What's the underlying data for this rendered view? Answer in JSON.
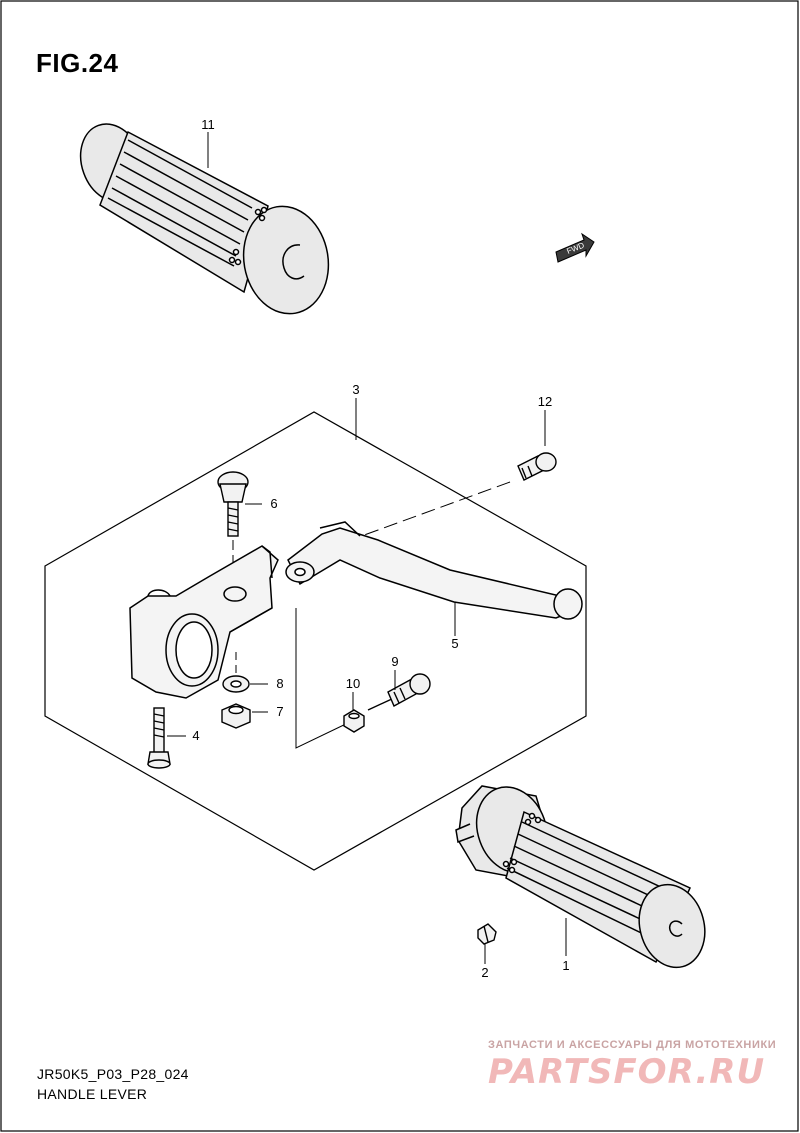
{
  "figure": {
    "title": "FIG.24"
  },
  "caption": {
    "code": "JR50K5_P03_P28_024",
    "name": "HANDLE LEVER"
  },
  "fwd_label": "FWD",
  "callouts": [
    "1",
    "2",
    "3",
    "4",
    "5",
    "6",
    "7",
    "8",
    "9",
    "10",
    "11",
    "12"
  ],
  "watermark": {
    "top_text": "ЗАПЧАСТИ И АКСЕССУАРЫ ДЛЯ МОТОТЕХНИКИ",
    "logo_text": "PARTSFOR.RU"
  },
  "colors": {
    "line": "#000000",
    "frame": "#000000",
    "watermark": "#f1b8b8"
  }
}
